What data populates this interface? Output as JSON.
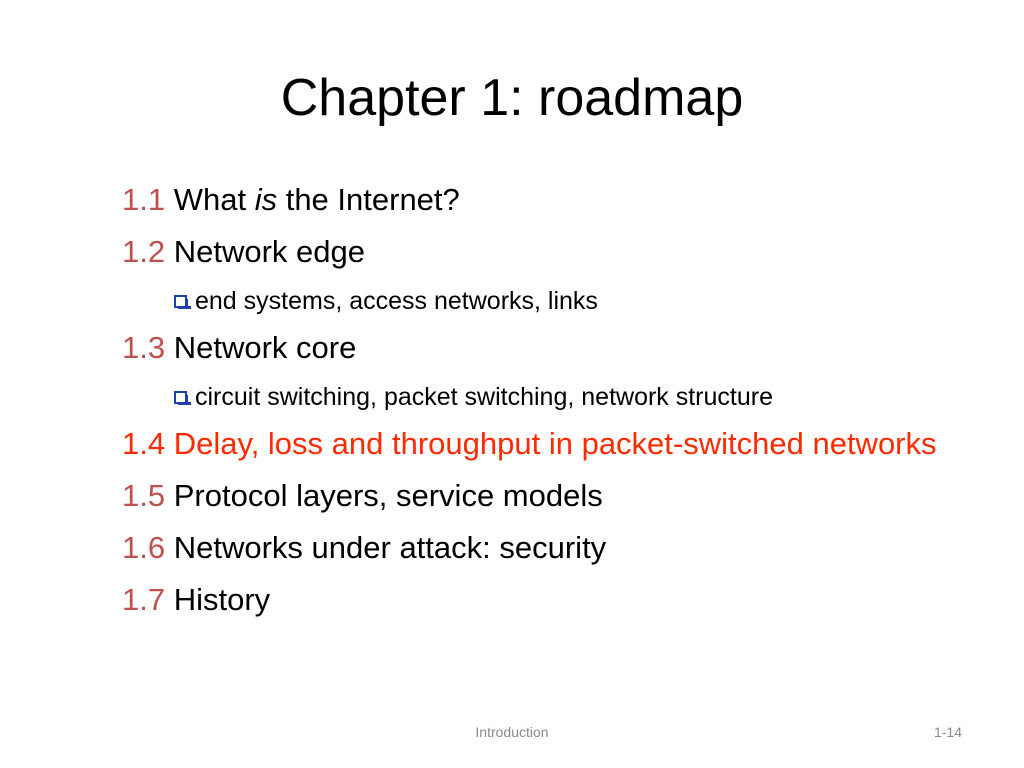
{
  "slide": {
    "title": "Chapter 1: roadmap",
    "items": [
      {
        "num": "1.1",
        "pre": "What ",
        "em": "is",
        "post": " the Internet?"
      },
      {
        "num": "1.2",
        "text": "Network edge",
        "sub": [
          "end systems, access networks, links"
        ]
      },
      {
        "num": "1.3",
        "text": "Network core",
        "sub": [
          "circuit switching, packet switching, network structure"
        ]
      },
      {
        "num": "1.4",
        "text": "Delay, loss and throughput in packet-switched networks",
        "highlighted": true
      },
      {
        "num": "1.5",
        "text": "Protocol layers, service models"
      },
      {
        "num": "1.6",
        "text": "Networks under attack: security"
      },
      {
        "num": "1.7",
        "text": "History"
      }
    ]
  },
  "footer": {
    "center": "Introduction",
    "page": "1-14"
  },
  "colors": {
    "section_number": "#c0504d",
    "highlight": "#ff2a00",
    "bullet": "#1f3fae",
    "footer_text": "#8a8a8a"
  },
  "icons": {
    "sub_bullet": "checkbox-icon"
  }
}
